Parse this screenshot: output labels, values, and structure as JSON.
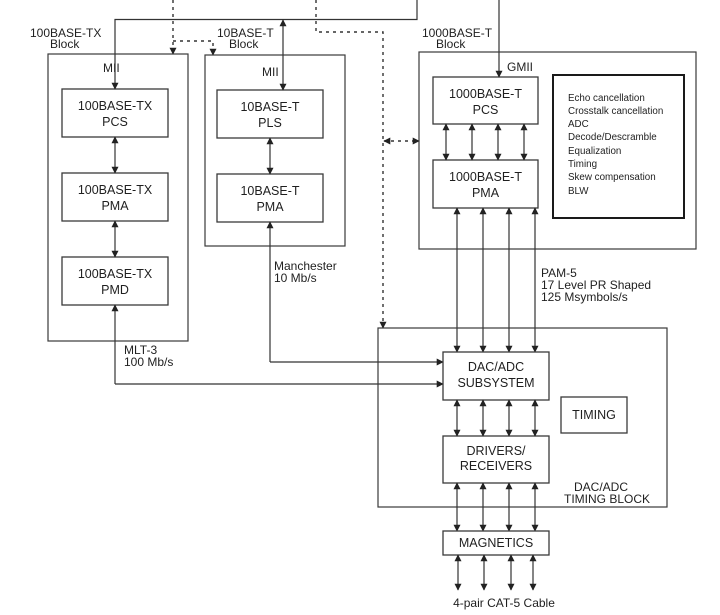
{
  "colors": {
    "line": "#333333",
    "text": "#1f1f1f",
    "background": "#ffffff"
  },
  "blocks": {
    "fast_ethernet": {
      "title": "100BASE-TX",
      "subtitle": "Block",
      "interface": "MII",
      "pcs": [
        "100BASE-TX",
        "PCS"
      ],
      "pma": [
        "100BASE-TX",
        "PMA"
      ],
      "pmd": [
        "100BASE-TX",
        "PMD"
      ],
      "signal": [
        "MLT-3",
        "100 Mb/s"
      ]
    },
    "ten_base_t": {
      "title": "10BASE-T",
      "subtitle": "Block",
      "interface": "MII",
      "pls": [
        "10BASE-T",
        "PLS"
      ],
      "pma": [
        "10BASE-T",
        "PMA"
      ],
      "signal": [
        "Manchester",
        "10 Mb/s"
      ]
    },
    "gigabit": {
      "title": "1000BASE-T",
      "subtitle": "Block",
      "interface": "GMII",
      "pcs": [
        "1000BASE-T",
        "PCS"
      ],
      "pma": [
        "1000BASE-T",
        "PMA"
      ],
      "features": [
        "Echo cancellation",
        "Crosstalk cancellation",
        "ADC",
        "Decode/Descramble",
        "Equalization",
        "Timing",
        "Skew compensation",
        "BLW"
      ],
      "signal": [
        "PAM-5",
        "17 Level PR Shaped",
        "125 Msymbols/s"
      ]
    },
    "dac_adc_timing": {
      "title": [
        "DAC/ADC",
        "TIMING BLOCK"
      ],
      "subsystem": [
        "DAC/ADC",
        "SUBSYSTEM"
      ],
      "timing": "TIMING",
      "drivers": [
        "DRIVERS/",
        "RECEIVERS"
      ]
    },
    "magnetics": "MAGNETICS",
    "cable": "4-pair CAT-5 Cable"
  }
}
